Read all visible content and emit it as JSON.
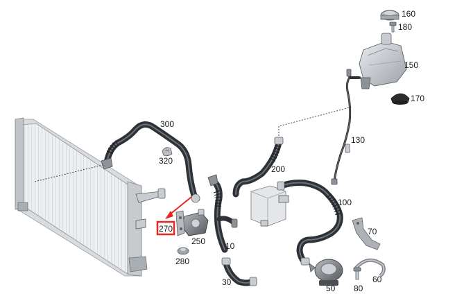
{
  "diagram": {
    "highlight_color": "#e8251f",
    "hose_color": "#2e3236",
    "highlighted_part": "270",
    "parts": [
      {
        "id": "radiator",
        "label": ""
      },
      {
        "id": "p160",
        "label": "160"
      },
      {
        "id": "p180",
        "label": "180"
      },
      {
        "id": "p150",
        "label": "150"
      },
      {
        "id": "p170",
        "label": "170"
      },
      {
        "id": "p300",
        "label": "300"
      },
      {
        "id": "p320",
        "label": "320"
      },
      {
        "id": "p130",
        "label": "130"
      },
      {
        "id": "p200",
        "label": "200"
      },
      {
        "id": "p100",
        "label": "100"
      },
      {
        "id": "p270",
        "label": "270"
      },
      {
        "id": "p250",
        "label": "250"
      },
      {
        "id": "p280",
        "label": "280"
      },
      {
        "id": "p10",
        "label": "10"
      },
      {
        "id": "p30",
        "label": "30"
      },
      {
        "id": "p70",
        "label": "70"
      },
      {
        "id": "p60",
        "label": "60"
      },
      {
        "id": "p50",
        "label": "50"
      },
      {
        "id": "p80",
        "label": "80"
      }
    ]
  }
}
